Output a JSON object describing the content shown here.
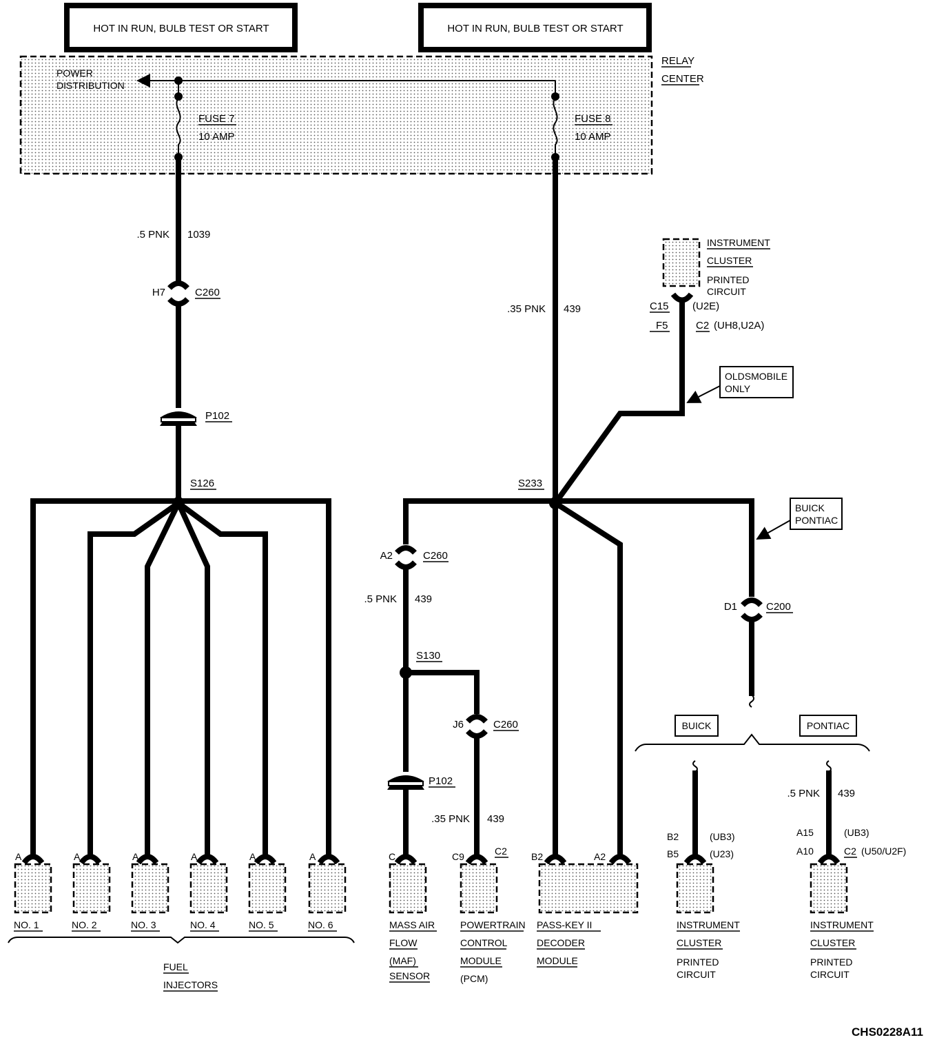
{
  "top_boxes": [
    {
      "label": "HOT IN RUN, BULB TEST OR START"
    },
    {
      "label": "HOT IN RUN, BULB TEST OR START"
    }
  ],
  "relay_center": {
    "line1": "RELAY",
    "line2": "CENTER"
  },
  "power_distribution": {
    "line1": "POWER",
    "line2": "DISTRIBUTION"
  },
  "fuses": [
    {
      "name": "FUSE 7",
      "rating": "10 AMP"
    },
    {
      "name": "FUSE 8",
      "rating": "10 AMP"
    }
  ],
  "wires": {
    "left_main": {
      "gauge": ".5 PNK",
      "circuit": "1039"
    },
    "right_main": {
      "gauge": ".35 PNK",
      "circuit": "439"
    },
    "maf_feed": {
      "gauge": ".5 PNK",
      "circuit": "439"
    },
    "pcm_feed": {
      "gauge": ".35 PNK",
      "circuit": "439"
    },
    "pontiac_feed": {
      "gauge": ".5 PNK",
      "circuit": "439"
    }
  },
  "connectors": {
    "h7": {
      "pin": "H7",
      "name": "C260"
    },
    "a2_c260": {
      "pin": "A2",
      "name": "C260"
    },
    "j6": {
      "pin": "J6",
      "name": "C260"
    },
    "d1": {
      "pin": "D1",
      "name": "C200"
    },
    "p102_left": {
      "name": "P102"
    },
    "p102_right": {
      "name": "P102"
    }
  },
  "splices": {
    "s126": "S126",
    "s233": "S233",
    "s130": "S130"
  },
  "instrument_top": {
    "line1": "INSTRUMENT",
    "line2": "CLUSTER",
    "line3": "PRINTED",
    "line4": "CIRCUIT",
    "pin1": "C15",
    "opt1": "(U2E)",
    "pin2": "F5",
    "pin3": "C2",
    "opt2": "(UH8,U2A)"
  },
  "callouts": {
    "oldsmobile": {
      "line1": "OLDSMOBILE",
      "line2": "ONLY"
    },
    "buick_pontiac": {
      "line1": "BUICK",
      "line2": "PONTIAC"
    }
  },
  "branch_tags": {
    "buick": "BUICK",
    "pontiac": "PONTIAC"
  },
  "injectors": {
    "pin": "A",
    "items": [
      "NO. 1",
      "NO. 2",
      "NO. 3",
      "NO. 4",
      "NO. 5",
      "NO. 6"
    ],
    "group_line1": "FUEL",
    "group_line2": "INJECTORS"
  },
  "maf": {
    "pin": "C",
    "line1": "MASS AIR",
    "line2": "FLOW",
    "line3": "(MAF)",
    "line4": "SENSOR"
  },
  "pcm": {
    "pin": "C9",
    "conn": "C2",
    "line1": "POWERTRAIN",
    "line2": "CONTROL",
    "line3": "MODULE",
    "line4": "(PCM)"
  },
  "passkey": {
    "pin1": "B2",
    "pin2": "A2",
    "line1": "PASS-KEY II",
    "line2": "DECODER",
    "line3": "MODULE"
  },
  "cluster_buick": {
    "pin1": "B2",
    "opt1": "(UB3)",
    "pin2": "B5",
    "opt2": "(U23)",
    "line1": "INSTRUMENT",
    "line2": "CLUSTER",
    "line3": "PRINTED",
    "line4": "CIRCUIT"
  },
  "cluster_pontiac": {
    "pin1": "A15",
    "opt1": "(UB3)",
    "pin2": "A10",
    "conn": "C2",
    "opt2": "(U50/U2F)",
    "line1": "INSTRUMENT",
    "line2": "CLUSTER",
    "line3": "PRINTED",
    "line4": "CIRCUIT"
  },
  "figure_code": "CHS0228A11"
}
